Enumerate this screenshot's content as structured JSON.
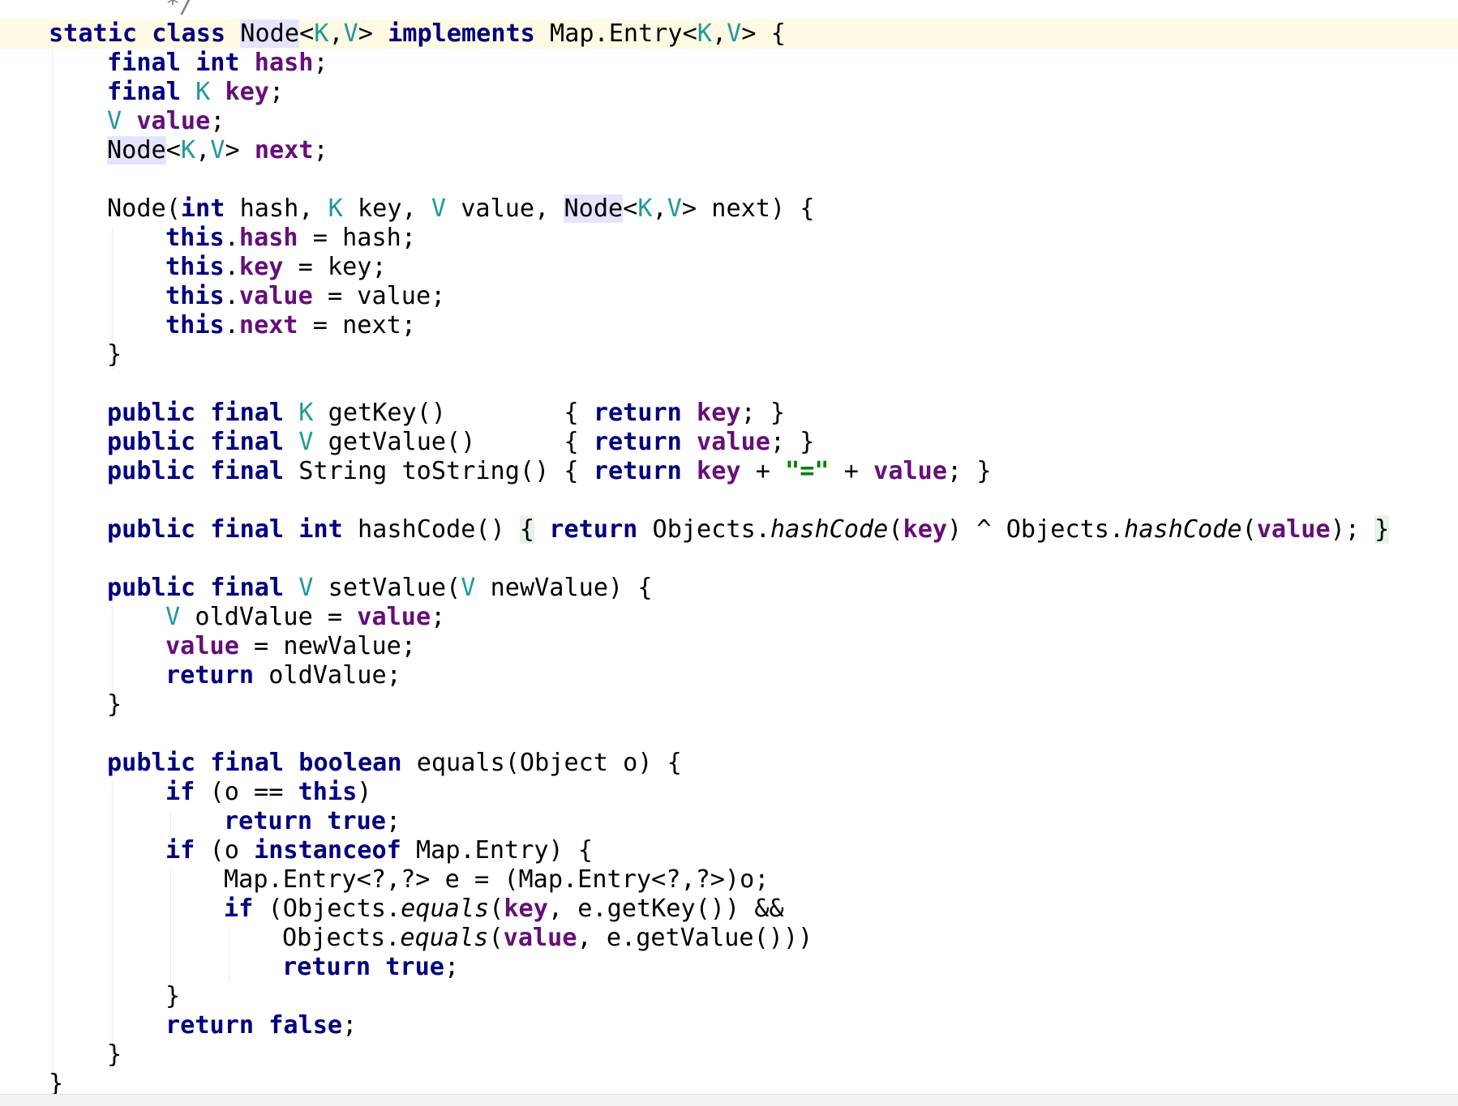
{
  "editor": {
    "language": "java",
    "current_line_index": 1,
    "colors": {
      "keyword": "#000080",
      "field": "#660e7a",
      "type_param": "#20999d",
      "string": "#008000",
      "comment": "#808080",
      "current_line": "#fffae3",
      "usage_highlight": "#e4e4ff",
      "brace_fold": "#e6f4e8"
    },
    "lines": [
      {
        "indent": 2,
        "tokens": [
          {
            "t": "*/",
            "k": "cm"
          }
        ]
      },
      {
        "indent": 0,
        "tokens": [
          {
            "t": "static",
            "k": "kw"
          },
          {
            "t": " "
          },
          {
            "t": "class",
            "k": "kw"
          },
          {
            "t": " "
          },
          {
            "t": "Node",
            "k": "hl"
          },
          {
            "t": "<"
          },
          {
            "t": "K",
            "k": "tp"
          },
          {
            "t": ","
          },
          {
            "t": "V",
            "k": "tp"
          },
          {
            "t": "> "
          },
          {
            "t": "implements",
            "k": "kw"
          },
          {
            "t": " Map.Entry<"
          },
          {
            "t": "K",
            "k": "tp"
          },
          {
            "t": ","
          },
          {
            "t": "V",
            "k": "tp"
          },
          {
            "t": "> {"
          }
        ]
      },
      {
        "indent": 1,
        "tokens": [
          {
            "t": "final",
            "k": "kw"
          },
          {
            "t": " "
          },
          {
            "t": "int",
            "k": "kw"
          },
          {
            "t": " "
          },
          {
            "t": "hash",
            "k": "fld"
          },
          {
            "t": ";"
          }
        ]
      },
      {
        "indent": 1,
        "tokens": [
          {
            "t": "final",
            "k": "kw"
          },
          {
            "t": " "
          },
          {
            "t": "K",
            "k": "tp"
          },
          {
            "t": " "
          },
          {
            "t": "key",
            "k": "fld"
          },
          {
            "t": ";"
          }
        ]
      },
      {
        "indent": 1,
        "tokens": [
          {
            "t": "V",
            "k": "tp"
          },
          {
            "t": " "
          },
          {
            "t": "value",
            "k": "fld"
          },
          {
            "t": ";"
          }
        ]
      },
      {
        "indent": 1,
        "tokens": [
          {
            "t": "Node",
            "k": "hl"
          },
          {
            "t": "<"
          },
          {
            "t": "K",
            "k": "tp"
          },
          {
            "t": ","
          },
          {
            "t": "V",
            "k": "tp"
          },
          {
            "t": "> "
          },
          {
            "t": "next",
            "k": "fld"
          },
          {
            "t": ";"
          }
        ]
      },
      {
        "indent": 0,
        "tokens": []
      },
      {
        "indent": 1,
        "tokens": [
          {
            "t": "Node("
          },
          {
            "t": "int",
            "k": "kw"
          },
          {
            "t": " hash, "
          },
          {
            "t": "K",
            "k": "tp"
          },
          {
            "t": " key, "
          },
          {
            "t": "V",
            "k": "tp"
          },
          {
            "t": " value, "
          },
          {
            "t": "Node",
            "k": "hl"
          },
          {
            "t": "<"
          },
          {
            "t": "K",
            "k": "tp"
          },
          {
            "t": ","
          },
          {
            "t": "V",
            "k": "tp"
          },
          {
            "t": "> next) {"
          }
        ]
      },
      {
        "indent": 2,
        "tokens": [
          {
            "t": "this",
            "k": "kw"
          },
          {
            "t": "."
          },
          {
            "t": "hash",
            "k": "fld"
          },
          {
            "t": " = hash;"
          }
        ]
      },
      {
        "indent": 2,
        "tokens": [
          {
            "t": "this",
            "k": "kw"
          },
          {
            "t": "."
          },
          {
            "t": "key",
            "k": "fld"
          },
          {
            "t": " = key;"
          }
        ]
      },
      {
        "indent": 2,
        "tokens": [
          {
            "t": "this",
            "k": "kw"
          },
          {
            "t": "."
          },
          {
            "t": "value",
            "k": "fld"
          },
          {
            "t": " = value;"
          }
        ]
      },
      {
        "indent": 2,
        "tokens": [
          {
            "t": "this",
            "k": "kw"
          },
          {
            "t": "."
          },
          {
            "t": "next",
            "k": "fld"
          },
          {
            "t": " = next;"
          }
        ]
      },
      {
        "indent": 1,
        "tokens": [
          {
            "t": "}"
          }
        ]
      },
      {
        "indent": 0,
        "tokens": []
      },
      {
        "indent": 1,
        "tokens": [
          {
            "t": "public",
            "k": "kw"
          },
          {
            "t": " "
          },
          {
            "t": "final",
            "k": "kw"
          },
          {
            "t": " "
          },
          {
            "t": "K",
            "k": "tp"
          },
          {
            "t": " getKey()        { "
          },
          {
            "t": "return",
            "k": "kw"
          },
          {
            "t": " "
          },
          {
            "t": "key",
            "k": "fld"
          },
          {
            "t": "; }"
          }
        ]
      },
      {
        "indent": 1,
        "tokens": [
          {
            "t": "public",
            "k": "kw"
          },
          {
            "t": " "
          },
          {
            "t": "final",
            "k": "kw"
          },
          {
            "t": " "
          },
          {
            "t": "V",
            "k": "tp"
          },
          {
            "t": " getValue()      { "
          },
          {
            "t": "return",
            "k": "kw"
          },
          {
            "t": " "
          },
          {
            "t": "value",
            "k": "fld"
          },
          {
            "t": "; }"
          }
        ]
      },
      {
        "indent": 1,
        "tokens": [
          {
            "t": "public",
            "k": "kw"
          },
          {
            "t": " "
          },
          {
            "t": "final",
            "k": "kw"
          },
          {
            "t": " String toString() { "
          },
          {
            "t": "return",
            "k": "kw"
          },
          {
            "t": " "
          },
          {
            "t": "key",
            "k": "fld"
          },
          {
            "t": " + "
          },
          {
            "t": "\"=\"",
            "k": "str"
          },
          {
            "t": " + "
          },
          {
            "t": "value",
            "k": "fld"
          },
          {
            "t": "; }"
          }
        ]
      },
      {
        "indent": 0,
        "tokens": []
      },
      {
        "indent": 1,
        "tokens": [
          {
            "t": "public",
            "k": "kw"
          },
          {
            "t": " "
          },
          {
            "t": "final",
            "k": "kw"
          },
          {
            "t": " "
          },
          {
            "t": "int",
            "k": "kw"
          },
          {
            "t": " hashCode() "
          },
          {
            "t": "{",
            "k": "fold"
          },
          {
            "t": " "
          },
          {
            "t": "return",
            "k": "kw"
          },
          {
            "t": " Objects."
          },
          {
            "t": "hashCode",
            "k": "it"
          },
          {
            "t": "("
          },
          {
            "t": "key",
            "k": "fld"
          },
          {
            "t": ") ^ Objects."
          },
          {
            "t": "hashCode",
            "k": "it"
          },
          {
            "t": "("
          },
          {
            "t": "value",
            "k": "fld"
          },
          {
            "t": "); "
          },
          {
            "t": "}",
            "k": "fold"
          }
        ]
      },
      {
        "indent": 0,
        "tokens": []
      },
      {
        "indent": 1,
        "tokens": [
          {
            "t": "public",
            "k": "kw"
          },
          {
            "t": " "
          },
          {
            "t": "final",
            "k": "kw"
          },
          {
            "t": " "
          },
          {
            "t": "V",
            "k": "tp"
          },
          {
            "t": " setValue("
          },
          {
            "t": "V",
            "k": "tp"
          },
          {
            "t": " newValue) {"
          }
        ]
      },
      {
        "indent": 2,
        "tokens": [
          {
            "t": "V",
            "k": "tp"
          },
          {
            "t": " oldValue = "
          },
          {
            "t": "value",
            "k": "fld"
          },
          {
            "t": ";"
          }
        ]
      },
      {
        "indent": 2,
        "tokens": [
          {
            "t": "value",
            "k": "fld"
          },
          {
            "t": " = newValue;"
          }
        ]
      },
      {
        "indent": 2,
        "tokens": [
          {
            "t": "return",
            "k": "kw"
          },
          {
            "t": " oldValue;"
          }
        ]
      },
      {
        "indent": 1,
        "tokens": [
          {
            "t": "}"
          }
        ]
      },
      {
        "indent": 0,
        "tokens": []
      },
      {
        "indent": 1,
        "tokens": [
          {
            "t": "public",
            "k": "kw"
          },
          {
            "t": " "
          },
          {
            "t": "final",
            "k": "kw"
          },
          {
            "t": " "
          },
          {
            "t": "boolean",
            "k": "kw"
          },
          {
            "t": " equals(Object o) {"
          }
        ]
      },
      {
        "indent": 2,
        "tokens": [
          {
            "t": "if",
            "k": "kw"
          },
          {
            "t": " (o == "
          },
          {
            "t": "this",
            "k": "kw"
          },
          {
            "t": ")"
          }
        ]
      },
      {
        "indent": 3,
        "tokens": [
          {
            "t": "return",
            "k": "kw"
          },
          {
            "t": " "
          },
          {
            "t": "true",
            "k": "kw"
          },
          {
            "t": ";"
          }
        ]
      },
      {
        "indent": 2,
        "tokens": [
          {
            "t": "if",
            "k": "kw"
          },
          {
            "t": " (o "
          },
          {
            "t": "instanceof",
            "k": "kw"
          },
          {
            "t": " Map.Entry) {"
          }
        ]
      },
      {
        "indent": 3,
        "tokens": [
          {
            "t": "Map.Entry<?,?> e = (Map.Entry<?,?>)o;"
          }
        ]
      },
      {
        "indent": 3,
        "tokens": [
          {
            "t": "if",
            "k": "kw"
          },
          {
            "t": " (Objects."
          },
          {
            "t": "equals",
            "k": "it"
          },
          {
            "t": "("
          },
          {
            "t": "key",
            "k": "fld"
          },
          {
            "t": ", e.getKey()) &&"
          }
        ]
      },
      {
        "indent": 4,
        "tokens": [
          {
            "t": "Objects."
          },
          {
            "t": "equals",
            "k": "it"
          },
          {
            "t": "("
          },
          {
            "t": "value",
            "k": "fld"
          },
          {
            "t": ", e.getValue()))"
          }
        ]
      },
      {
        "indent": 4,
        "tokens": [
          {
            "t": "return",
            "k": "kw"
          },
          {
            "t": " "
          },
          {
            "t": "true",
            "k": "kw"
          },
          {
            "t": ";"
          }
        ]
      },
      {
        "indent": 2,
        "tokens": [
          {
            "t": "}"
          }
        ]
      },
      {
        "indent": 2,
        "tokens": [
          {
            "t": "return",
            "k": "kw"
          },
          {
            "t": " "
          },
          {
            "t": "false",
            "k": "kw"
          },
          {
            "t": ";"
          }
        ]
      },
      {
        "indent": 1,
        "tokens": [
          {
            "t": "}"
          }
        ]
      },
      {
        "indent": 0,
        "tokens": [
          {
            "t": "}"
          }
        ]
      }
    ]
  }
}
